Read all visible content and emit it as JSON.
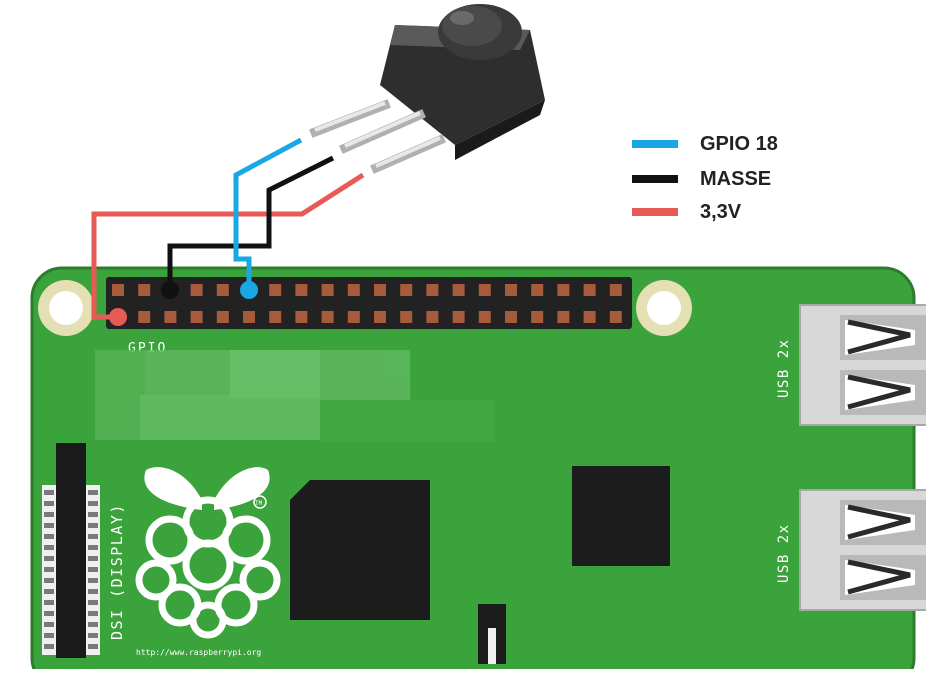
{
  "legend": [
    {
      "label": "GPIO 18",
      "color": "#1aa7e6"
    },
    {
      "label": "MASSE",
      "color": "#111111"
    },
    {
      "label": "3,3V",
      "color": "#e85a55"
    }
  ],
  "board": {
    "header_label": "GPIO",
    "display_label": "DSI (DISPLAY)",
    "usb_top_label": "USB 2x",
    "usb_bottom_label": "USB 2x",
    "trademark": "TM",
    "url_text": "http://www.raspberrypi.org"
  },
  "colors": {
    "board": "#3ba33c",
    "board_outline": "#2c7c2c",
    "pin_pad": "#a85a3c",
    "hole": "#e5dfb4",
    "chip": "#1c1c1c"
  }
}
